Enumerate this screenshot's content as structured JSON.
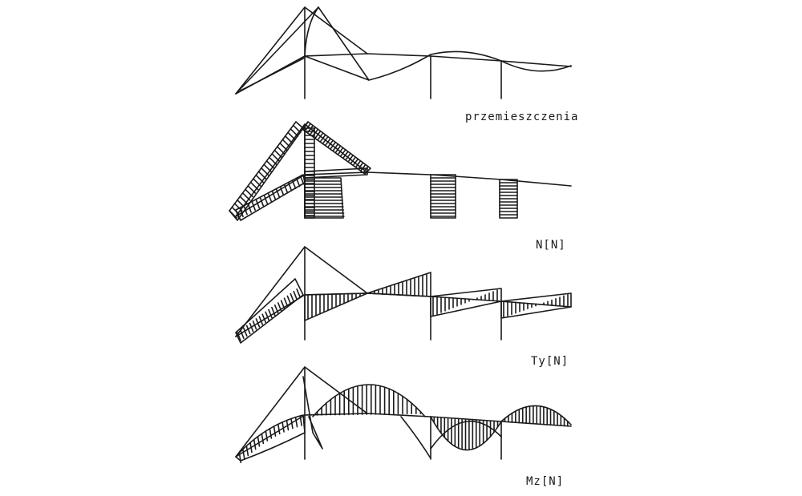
{
  "panels": [
    {
      "id": "displacement",
      "label": "przemieszczenia"
    },
    {
      "id": "normal-force",
      "label": "N[N]"
    },
    {
      "id": "shear-force",
      "label": "Ty[N]"
    },
    {
      "id": "bending-moment",
      "label": "Mz[N]"
    }
  ],
  "colors": {
    "ink": "#1a1a1a",
    "background": "#ffffff"
  }
}
